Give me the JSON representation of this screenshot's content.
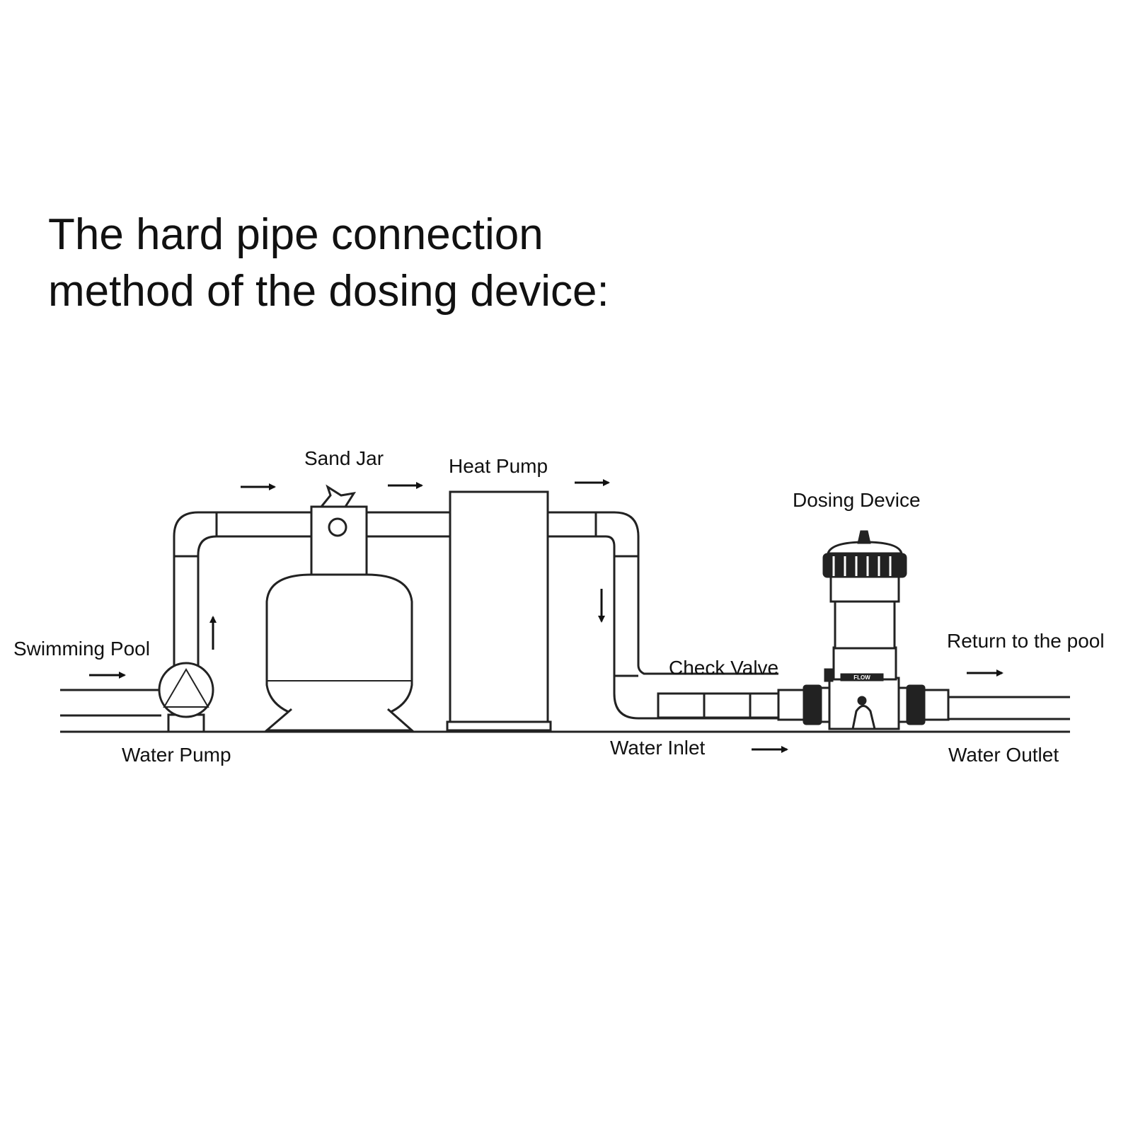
{
  "title": {
    "line1": "The hard pipe connection",
    "line2": "method of the dosing device:"
  },
  "labels": {
    "swimming_pool": "Swimming Pool",
    "water_pump": "Water Pump",
    "sand_jar": "Sand Jar",
    "heat_pump": "Heat Pump",
    "dosing_device": "Dosing Device",
    "check_valve": "Check Valve",
    "water_inlet": "Water Inlet",
    "return_to_pool": "Return to the pool",
    "water_outlet": "Water Outlet",
    "flow_marking": "FLOW"
  },
  "arrows": [
    {
      "id": "into-pump",
      "direction": "right"
    },
    {
      "id": "pump-up",
      "direction": "up"
    },
    {
      "id": "to-sand-jar",
      "direction": "right"
    },
    {
      "id": "to-heat-pump",
      "direction": "right"
    },
    {
      "id": "from-heat-pump",
      "direction": "right"
    },
    {
      "id": "down-pipe",
      "direction": "down"
    },
    {
      "id": "water-inlet",
      "direction": "right"
    },
    {
      "id": "return",
      "direction": "right"
    }
  ]
}
